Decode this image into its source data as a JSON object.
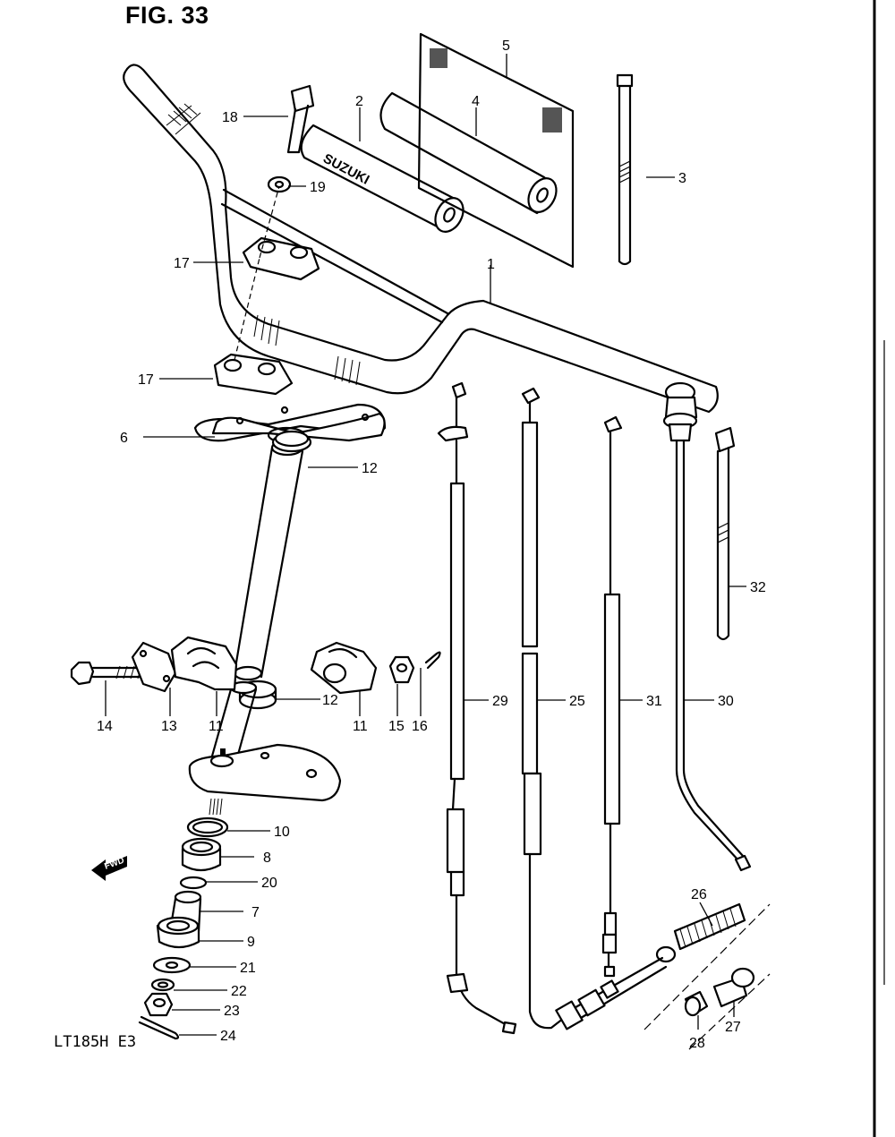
{
  "figure": {
    "title": "FIG. 33",
    "model_code": "LT185H  E3",
    "logo_text": "SUZUKI",
    "fwd_text": "FWD"
  },
  "labels": {
    "p1": "1",
    "p2": "2",
    "p3": "3",
    "p4": "4",
    "p5": "5",
    "p6": "6",
    "p7": "7",
    "p8": "8",
    "p9": "9",
    "p10": "10",
    "p11a": "11",
    "p11b": "11",
    "p12a": "12",
    "p12b": "12",
    "p13": "13",
    "p14": "14",
    "p15": "15",
    "p16": "16",
    "p17a": "17",
    "p17b": "17",
    "p18": "18",
    "p19": "19",
    "p20": "20",
    "p21": "21",
    "p22": "22",
    "p23": "23",
    "p24": "24",
    "p25": "25",
    "p26": "26",
    "p27": "27",
    "p28": "28",
    "p29": "29",
    "p30": "30",
    "p31": "31",
    "p32": "32"
  }
}
